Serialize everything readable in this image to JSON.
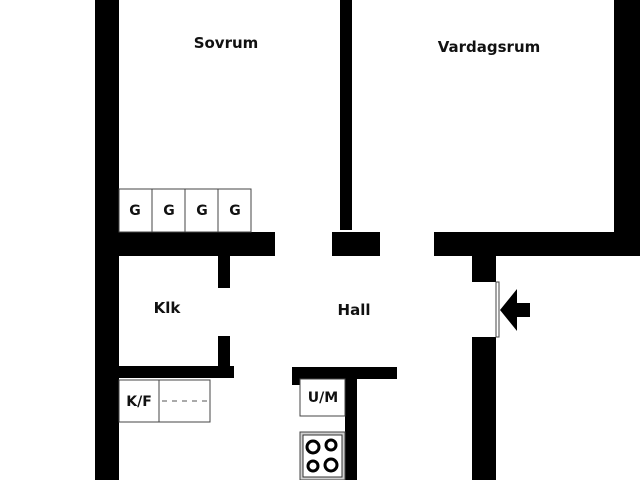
{
  "rooms": {
    "bedroom": "Sovrum",
    "living_room": "Vardagsrum",
    "closet": "Klk",
    "hall": "Hall"
  },
  "fixtures": {
    "fridge_freezer": "K/F",
    "washer": "U/M",
    "wardrobes": [
      "G",
      "G",
      "G",
      "G"
    ]
  },
  "colors": {
    "wall": "#000000",
    "background": "#ffffff"
  },
  "icons": {
    "entrance": "entrance-arrow-icon",
    "stove": "stove-icon"
  }
}
